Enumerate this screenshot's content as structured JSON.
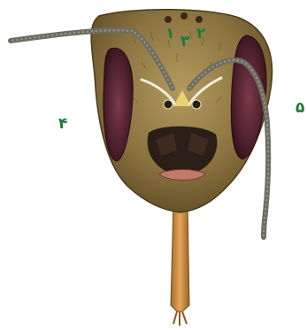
{
  "labels": {
    "l1": "۱",
    "l2": "۲",
    "l3": "۳",
    "l4": "۴",
    "l5": "۵"
  },
  "colors": {
    "label": "#1e7a3a",
    "head": "#8a7340",
    "eye": "#5a2a38",
    "antenna": "#6d6d62",
    "proboscis": "#c9893e"
  }
}
